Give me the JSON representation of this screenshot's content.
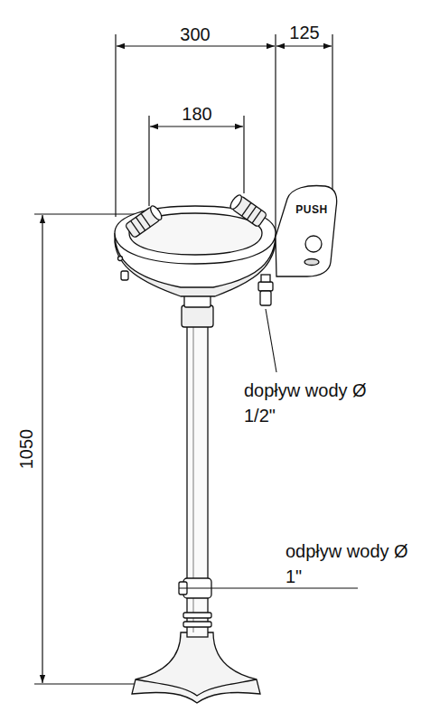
{
  "diagram": {
    "labels": [
      "300",
      "125",
      "180",
      "1050",
      "PUSH",
      "dopływ wody Ø 1/2\"",
      "odpływ wody Ø 1\""
    ]
  }
}
